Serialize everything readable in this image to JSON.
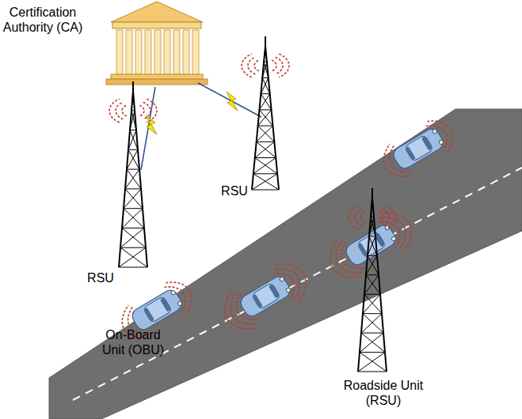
{
  "diagram": {
    "labels": [
      "Certification Authority (CA)",
      "RSU",
      "RSU",
      "On-Board Unit (OBU)",
      "Roadside Unit (RSU)"
    ]
  }
}
